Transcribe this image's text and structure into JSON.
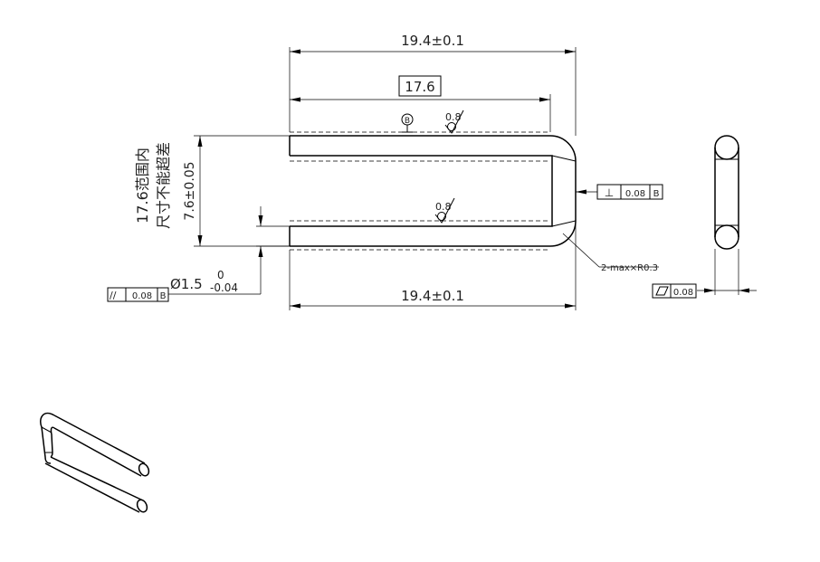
{
  "dimensions": {
    "overall_length_top": "19.4±0.1",
    "overall_length_bottom": "19.4±0.1",
    "inner_length_basic": "17.6",
    "width": "7.6±0.05",
    "diameter": "Ø1.5",
    "diameter_tol_upper": "0",
    "diameter_tol_lower": "-0.04",
    "bend_radius_note": "2-max×R0.3"
  },
  "notes": {
    "vertical_line1": "17.6范围内",
    "vertical_line2": "尺寸不能超差"
  },
  "datum": {
    "label": "B"
  },
  "roughness": {
    "top": "0.8",
    "middle": "0.8"
  },
  "gdt": {
    "parallelism": {
      "symbol": "//",
      "value": "0.08",
      "datum": "B"
    },
    "perpendicularity": {
      "symbol": "⊥",
      "value": "0.08",
      "datum": "B"
    },
    "flatness": {
      "symbol": "▱",
      "value": "0.08"
    }
  },
  "views": [
    "front-view",
    "side-view",
    "isometric-view"
  ]
}
